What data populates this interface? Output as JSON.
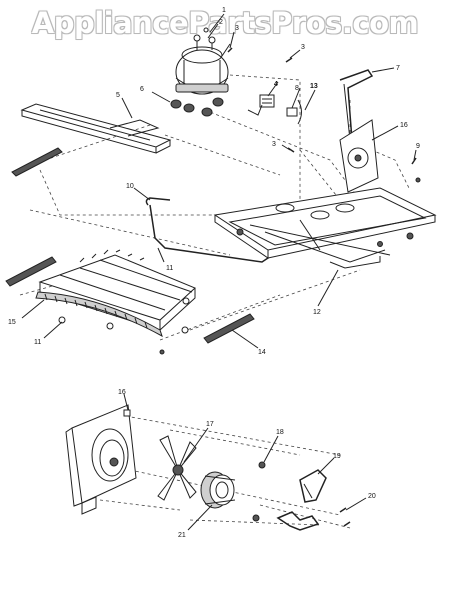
{
  "watermark": "AppliancePartsPros.com",
  "callouts": {
    "c1": "1",
    "c2": "2",
    "c3a": "3",
    "c3b": "3",
    "c3c": "3",
    "c4": "4",
    "c5": "5",
    "c6": "6",
    "c7": "7",
    "c8": "8",
    "c9": "9",
    "c10": "10",
    "c11a": "11",
    "c11b": "11",
    "c12": "12",
    "c13": "13",
    "c14": "14",
    "c15": "15",
    "c16a": "16",
    "c16b": "16",
    "c17": "17",
    "c18": "18",
    "c19": "19",
    "c20": "20",
    "c21": "21"
  }
}
